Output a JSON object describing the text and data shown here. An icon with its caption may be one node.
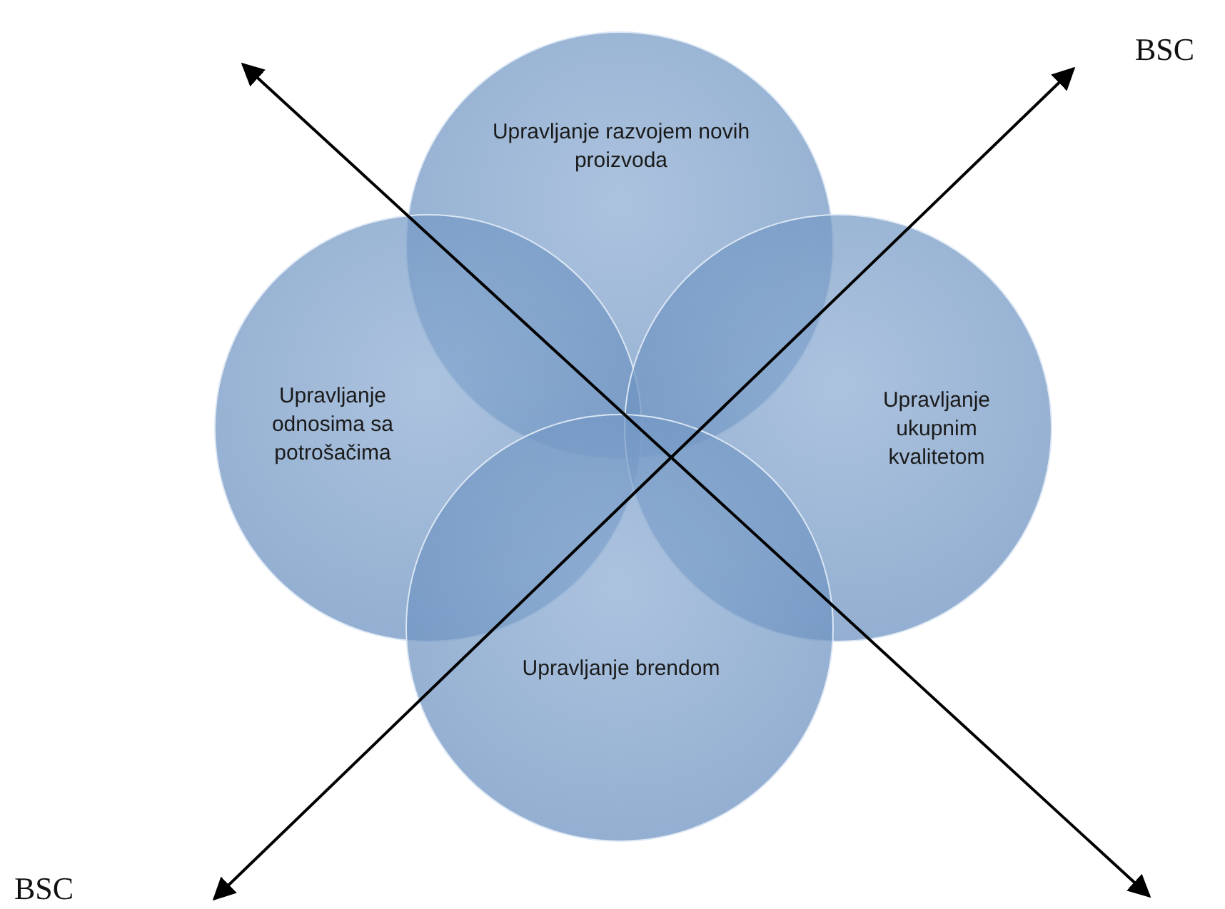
{
  "diagram": {
    "nodes": [
      {
        "text": [
          "Upravljanje razvojem novih proizvoda"
        ]
      },
      {
        "text": [
          "Upravljanje odnosima sa potrošačima"
        ]
      },
      {
        "text": [
          "Upravljanje ukupnim kvalitetom"
        ]
      },
      {
        "text": [
          "Upravljanje brendom"
        ]
      }
    ],
    "labels": [
      "BSC",
      "BSC"
    ]
  }
}
